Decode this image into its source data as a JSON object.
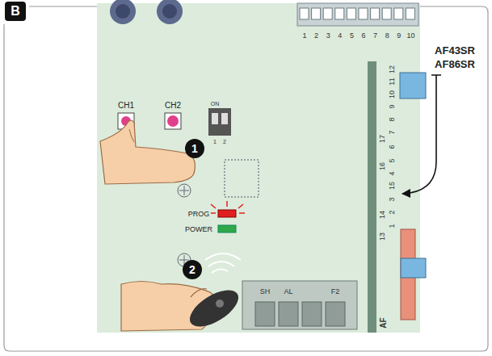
{
  "diagram": {
    "nodes": [
      {
        "text": [
          "B"
        ]
      },
      {
        "text": [
          "1"
        ]
      },
      {
        "text": [
          "2"
        ]
      }
    ],
    "labels": [
      "1",
      "2",
      "3",
      "4",
      "5",
      "6",
      "7",
      "8",
      "9",
      "10",
      "CH1",
      "CH2",
      "ON",
      "1",
      "2",
      "AF43SR",
      "AF86SR",
      "PROG",
      "POWER",
      "SH",
      "AL",
      "F2",
      "12",
      "11",
      "10",
      "9",
      "8",
      "7",
      "17",
      "6",
      "5",
      "4",
      "16",
      "15",
      "3",
      "2",
      "14",
      "1",
      "13",
      "AF"
    ]
  }
}
